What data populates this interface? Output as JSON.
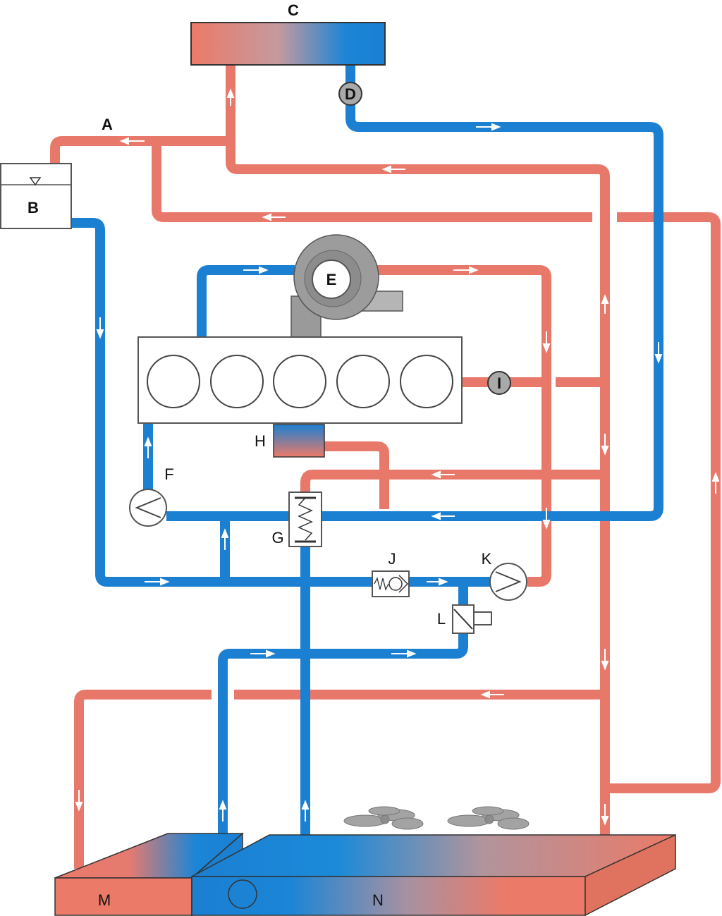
{
  "labels": {
    "A": "A",
    "B": "B",
    "C": "C",
    "D": "D",
    "E": "E",
    "F": "F",
    "G": "G",
    "H": "H",
    "I": "I",
    "J": "J",
    "K": "K",
    "L": "L",
    "M": "M",
    "N": "N"
  },
  "colors": {
    "hot": "#e8786a",
    "cold": "#1b7fd2",
    "outline": "#333333",
    "gray_component": "#a9a9a9",
    "turbo_gray": "#9a9a9a"
  }
}
